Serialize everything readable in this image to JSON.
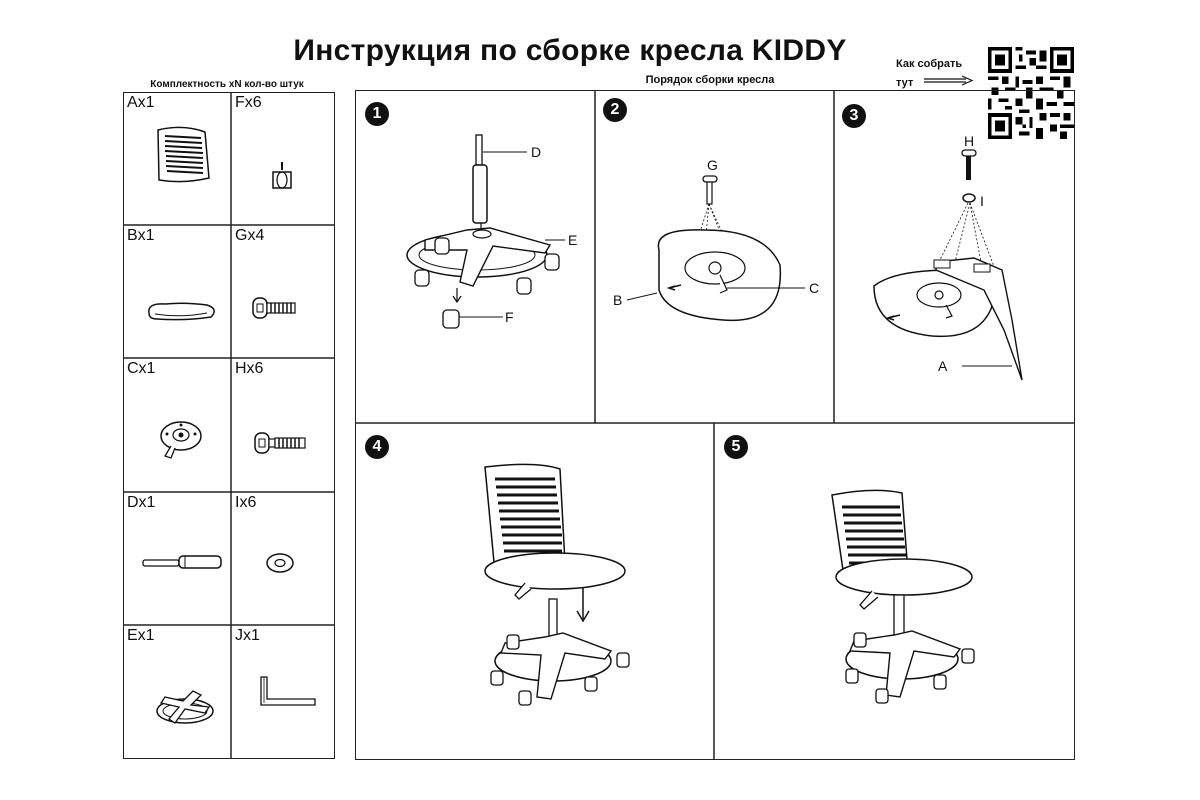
{
  "title": "Инструкция по сборке кресла KIDDY",
  "parts_caption": "Комплектность xN кол-во штук",
  "order_caption": "Порядок сборки кресла",
  "qr_hint": {
    "line1": "Как собрать",
    "line2": "тут"
  },
  "parts": [
    {
      "label": "Ax1",
      "icon": "backrest-icon"
    },
    {
      "label": "Fx6",
      "icon": "caster-icon"
    },
    {
      "label": "Bx1",
      "icon": "seat-icon"
    },
    {
      "label": "Gx4",
      "icon": "short-bolt-icon"
    },
    {
      "label": "Cx1",
      "icon": "mechanism-plate-icon"
    },
    {
      "label": "Hx6",
      "icon": "long-bolt-icon"
    },
    {
      "label": "Dx1",
      "icon": "gas-lift-icon"
    },
    {
      "label": "Ix6",
      "icon": "washer-icon"
    },
    {
      "label": "Ex1",
      "icon": "base-icon"
    },
    {
      "label": "Jx1",
      "icon": "hex-key-icon"
    }
  ],
  "steps": [
    {
      "number": "1",
      "callouts": [
        "D",
        "E",
        "F"
      ]
    },
    {
      "number": "2",
      "callouts": [
        "G",
        "B",
        "C"
      ]
    },
    {
      "number": "3",
      "callouts": [
        "H",
        "I",
        "A"
      ]
    },
    {
      "number": "4",
      "callouts": []
    },
    {
      "number": "5",
      "callouts": []
    }
  ]
}
